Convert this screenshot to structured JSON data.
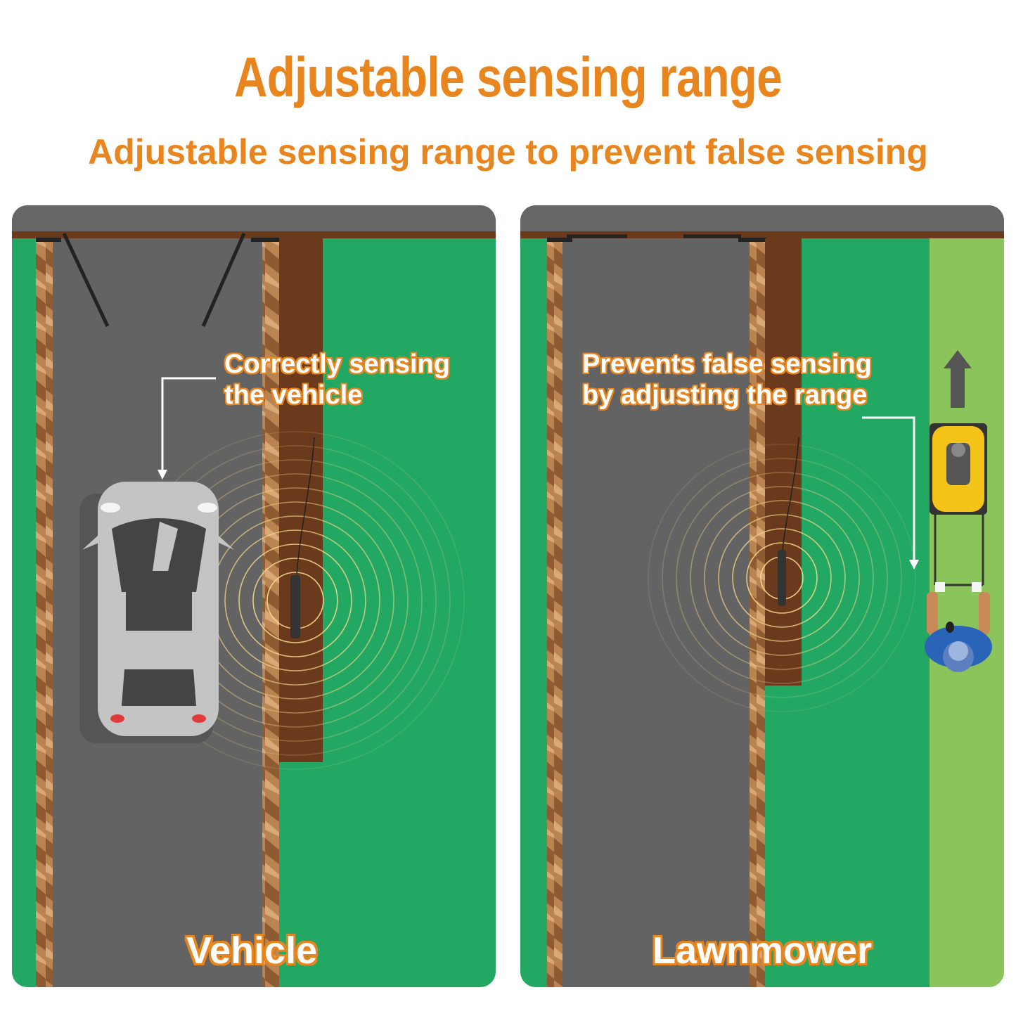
{
  "header": {
    "title": "Adjustable sensing range",
    "subtitle": "Adjustable sensing range to prevent false sensing"
  },
  "panels": [
    {
      "callout_line1": "Correctly sensing",
      "callout_line2": "the vehicle",
      "label": "Vehicle",
      "object_icon": "car-icon"
    },
    {
      "callout_line1": "Prevents false sensing",
      "callout_line2": "by adjusting the range",
      "label": "Lawnmower",
      "object_icon": "lawnmower-icon"
    }
  ],
  "colors": {
    "accent": "#e8851e",
    "road": "#666666",
    "grass": "#22a863",
    "light_grass": "#8bc45a",
    "post": "#6b3a1c",
    "waves": "#f3d58a"
  }
}
